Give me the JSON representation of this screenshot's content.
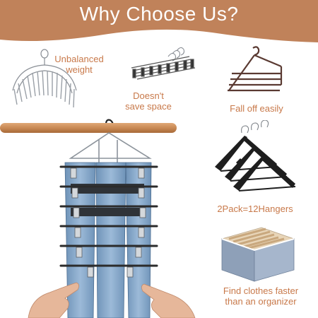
{
  "banner": {
    "title": "Why Choose Us?",
    "color": "#c0825a"
  },
  "accent_text_color": "#c8794a",
  "features": [
    {
      "label_lines": [
        "Unbalanced",
        "weight"
      ],
      "icon": "circular-clip-hanger"
    },
    {
      "label_lines": [
        "Doesn't",
        "save space"
      ],
      "icon": "stacked-clip-hangers"
    },
    {
      "label_lines": [
        "Fall off easily"
      ],
      "icon": "open-end-pants-hanger"
    },
    {
      "label_lines": [
        "2Pack=12Hangers"
      ],
      "icon": "black-plastic-hangers"
    },
    {
      "label_lines": [
        "Find clothes faster",
        "than an organizer"
      ],
      "icon": "fabric-organizer-box"
    }
  ],
  "product": {
    "icon": "tiered-pants-hanger-with-jeans",
    "rail_color": "#c98a55"
  }
}
